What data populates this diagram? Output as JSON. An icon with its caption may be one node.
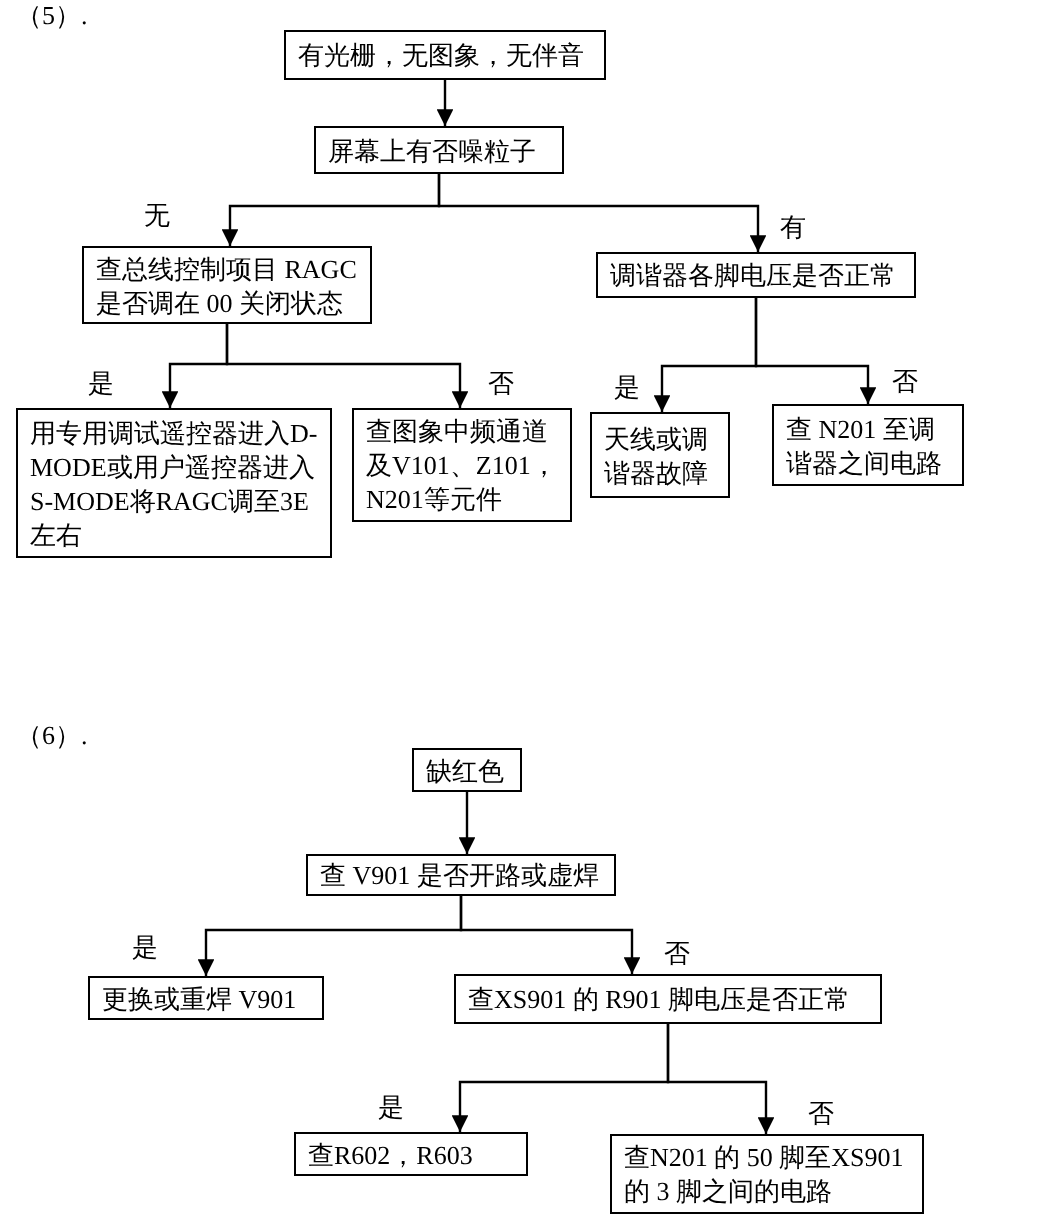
{
  "diagram": {
    "nodes": [
      {
        "text": [
          "有光栅，无图象，无伴音"
        ]
      },
      {
        "text": [
          "屏幕上有否噪粒子"
        ]
      },
      {
        "text": [
          "查总线控制项目 RAGC 是否调在 00 关闭状态"
        ]
      },
      {
        "text": [
          "调谐器各脚电压是否正常"
        ]
      },
      {
        "text": [
          "用专用调试遥控器进入D-MODE或用户遥控器进入S-MODE将RAGC调至3E左右"
        ]
      },
      {
        "text": [
          "查图象中频通道及V101、Z101，N201等元件"
        ]
      },
      {
        "text": [
          "天线或调谐器故障"
        ]
      },
      {
        "text": [
          "查 N201 至调谐器之间电路"
        ]
      },
      {
        "text": [
          "缺红色"
        ]
      },
      {
        "text": [
          "查 V901 是否开路或虚焊"
        ]
      },
      {
        "text": [
          "更换或重焊 V901"
        ]
      },
      {
        "text": [
          "查XS901 的 R901 脚电压是否正常"
        ]
      },
      {
        "text": [
          "查R602，R603"
        ]
      },
      {
        "text": [
          "查N201 的 50 脚至XS901 的 3 脚之间的电路"
        ]
      }
    ],
    "edges": [
      {
        "from": 0,
        "to": 1,
        "arrow": "to"
      },
      {
        "from": 1,
        "to": 2,
        "arrow": "to",
        "label": "无"
      },
      {
        "from": 1,
        "to": 3,
        "arrow": "to",
        "label": "有"
      },
      {
        "from": 2,
        "to": 4,
        "arrow": "to",
        "label": "是"
      },
      {
        "from": 2,
        "to": 5,
        "arrow": "to",
        "label": "否"
      },
      {
        "from": 3,
        "to": 6,
        "arrow": "to",
        "label": "是"
      },
      {
        "from": 3,
        "to": 7,
        "arrow": "to",
        "label": "否"
      },
      {
        "from": 8,
        "to": 9,
        "arrow": "to"
      },
      {
        "from": 9,
        "to": 10,
        "arrow": "to",
        "label": "是"
      },
      {
        "from": 9,
        "to": 11,
        "arrow": "to",
        "label": "否"
      },
      {
        "from": 11,
        "to": 12,
        "arrow": "to",
        "label": "是"
      },
      {
        "from": 11,
        "to": 13,
        "arrow": "to",
        "label": "否"
      }
    ],
    "labels": [
      "（5）.",
      "（6）."
    ]
  }
}
